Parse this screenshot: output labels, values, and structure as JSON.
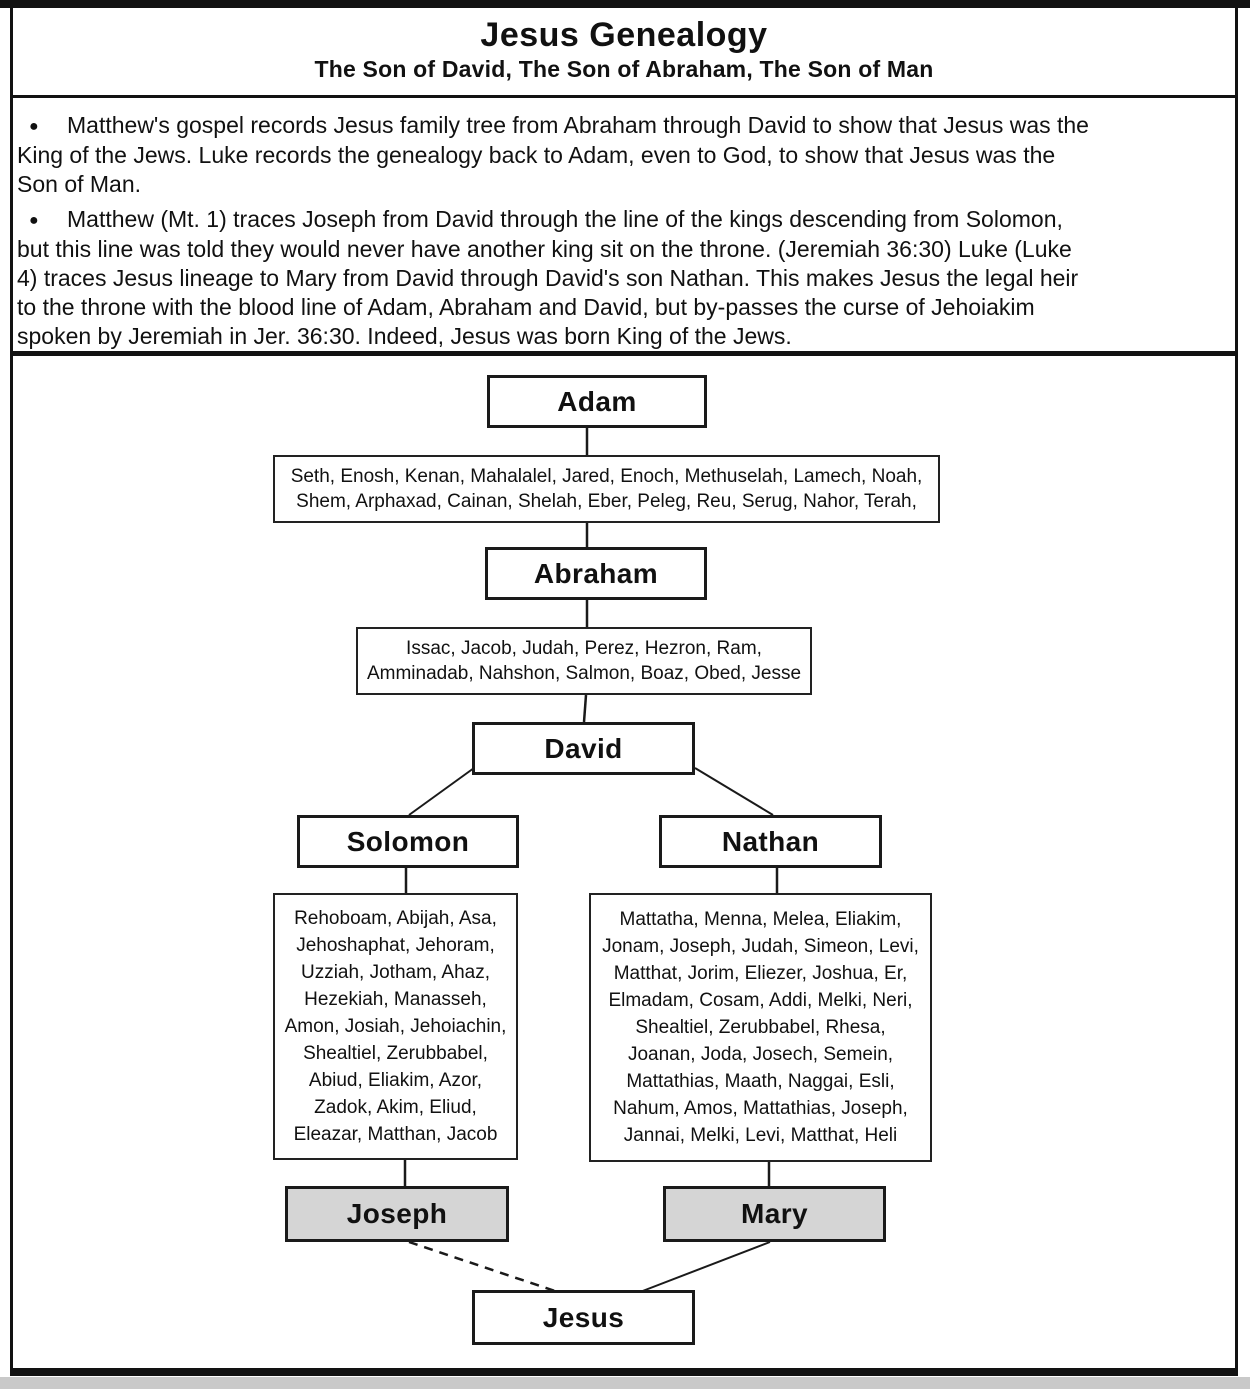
{
  "header": {
    "title": "Jesus Genealogy",
    "subtitle": "The Son of David, The Son of Abraham, The Son of Man"
  },
  "intro": {
    "bullet_glyph": "●",
    "bullets": [
      {
        "lines": [
          "Matthew's gospel records Jesus family tree from Abraham through David to show that Jesus was the",
          "King of the Jews.  Luke records the genealogy back to Adam, even to God, to show that Jesus was the",
          "Son of Man."
        ]
      },
      {
        "lines": [
          "Matthew (Mt. 1)  traces Joseph from David through the line of the kings descending from Solomon,",
          "but this line was told they would never have another king sit on the throne. (Jeremiah 36:30)  Luke (Luke",
          "4) traces Jesus lineage to Mary from David through David's son Nathan.  This makes Jesus the legal heir",
          "to the throne with the blood line of Adam, Abraham and David, but by-passes the curse of Jehoiakim",
          "spoken by Jeremiah in Jer. 36:30.  Indeed, Jesus was born King of the Jews."
        ]
      }
    ]
  },
  "tree": {
    "colors": {
      "node_fill": "#ffffff",
      "parent_fill": "#d5d5d5",
      "line": "#1a1a1a"
    },
    "nodes": {
      "adam": {
        "label": "Adam"
      },
      "adam_to_abraham_list": {
        "lines": [
          "Seth, Enosh, Kenan, Mahalalel, Jared, Enoch, Methuselah, Lamech, Noah,",
          "Shem, Arphaxad, Cainan, Shelah, Eber, Peleg, Reu, Serug, Nahor, Terah,"
        ]
      },
      "abraham": {
        "label": "Abraham"
      },
      "abraham_to_david_list": {
        "lines": [
          "Issac, Jacob, Judah, Perez, Hezron, Ram,",
          "Amminadab, Nahshon, Salmon, Boaz, Obed, Jesse"
        ]
      },
      "david": {
        "label": "David"
      },
      "solomon": {
        "label": "Solomon"
      },
      "nathan": {
        "label": "Nathan"
      },
      "solomon_to_joseph_list": {
        "lines": [
          "Rehoboam, Abijah, Asa,",
          "Jehoshaphat, Jehoram,",
          "Uzziah, Jotham, Ahaz,",
          "Hezekiah, Manasseh,",
          "Amon, Josiah, Jehoiachin,",
          "Shealtiel, Zerubbabel,",
          "Abiud, Eliakim, Azor,",
          "Zadok, Akim, Eliud,",
          "Eleazar, Matthan, Jacob"
        ]
      },
      "nathan_to_mary_list": {
        "lines": [
          "Mattatha, Menna, Melea, Eliakim,",
          "Jonam, Joseph, Judah, Simeon, Levi,",
          "Matthat, Jorim, Eliezer, Joshua, Er,",
          "Elmadam, Cosam, Addi, Melki, Neri,",
          "Shealtiel, Zerubbabel, Rhesa,",
          "Joanan, Joda, Josech, Semein,",
          "Mattathias, Maath, Naggai, Esli,",
          "Nahum, Amos, Mattathias, Joseph,",
          "Jannai, Melki, Levi, Matthat, Heli"
        ]
      },
      "joseph": {
        "label": "Joseph"
      },
      "mary": {
        "label": "Mary"
      },
      "jesus": {
        "label": "Jesus"
      }
    }
  }
}
